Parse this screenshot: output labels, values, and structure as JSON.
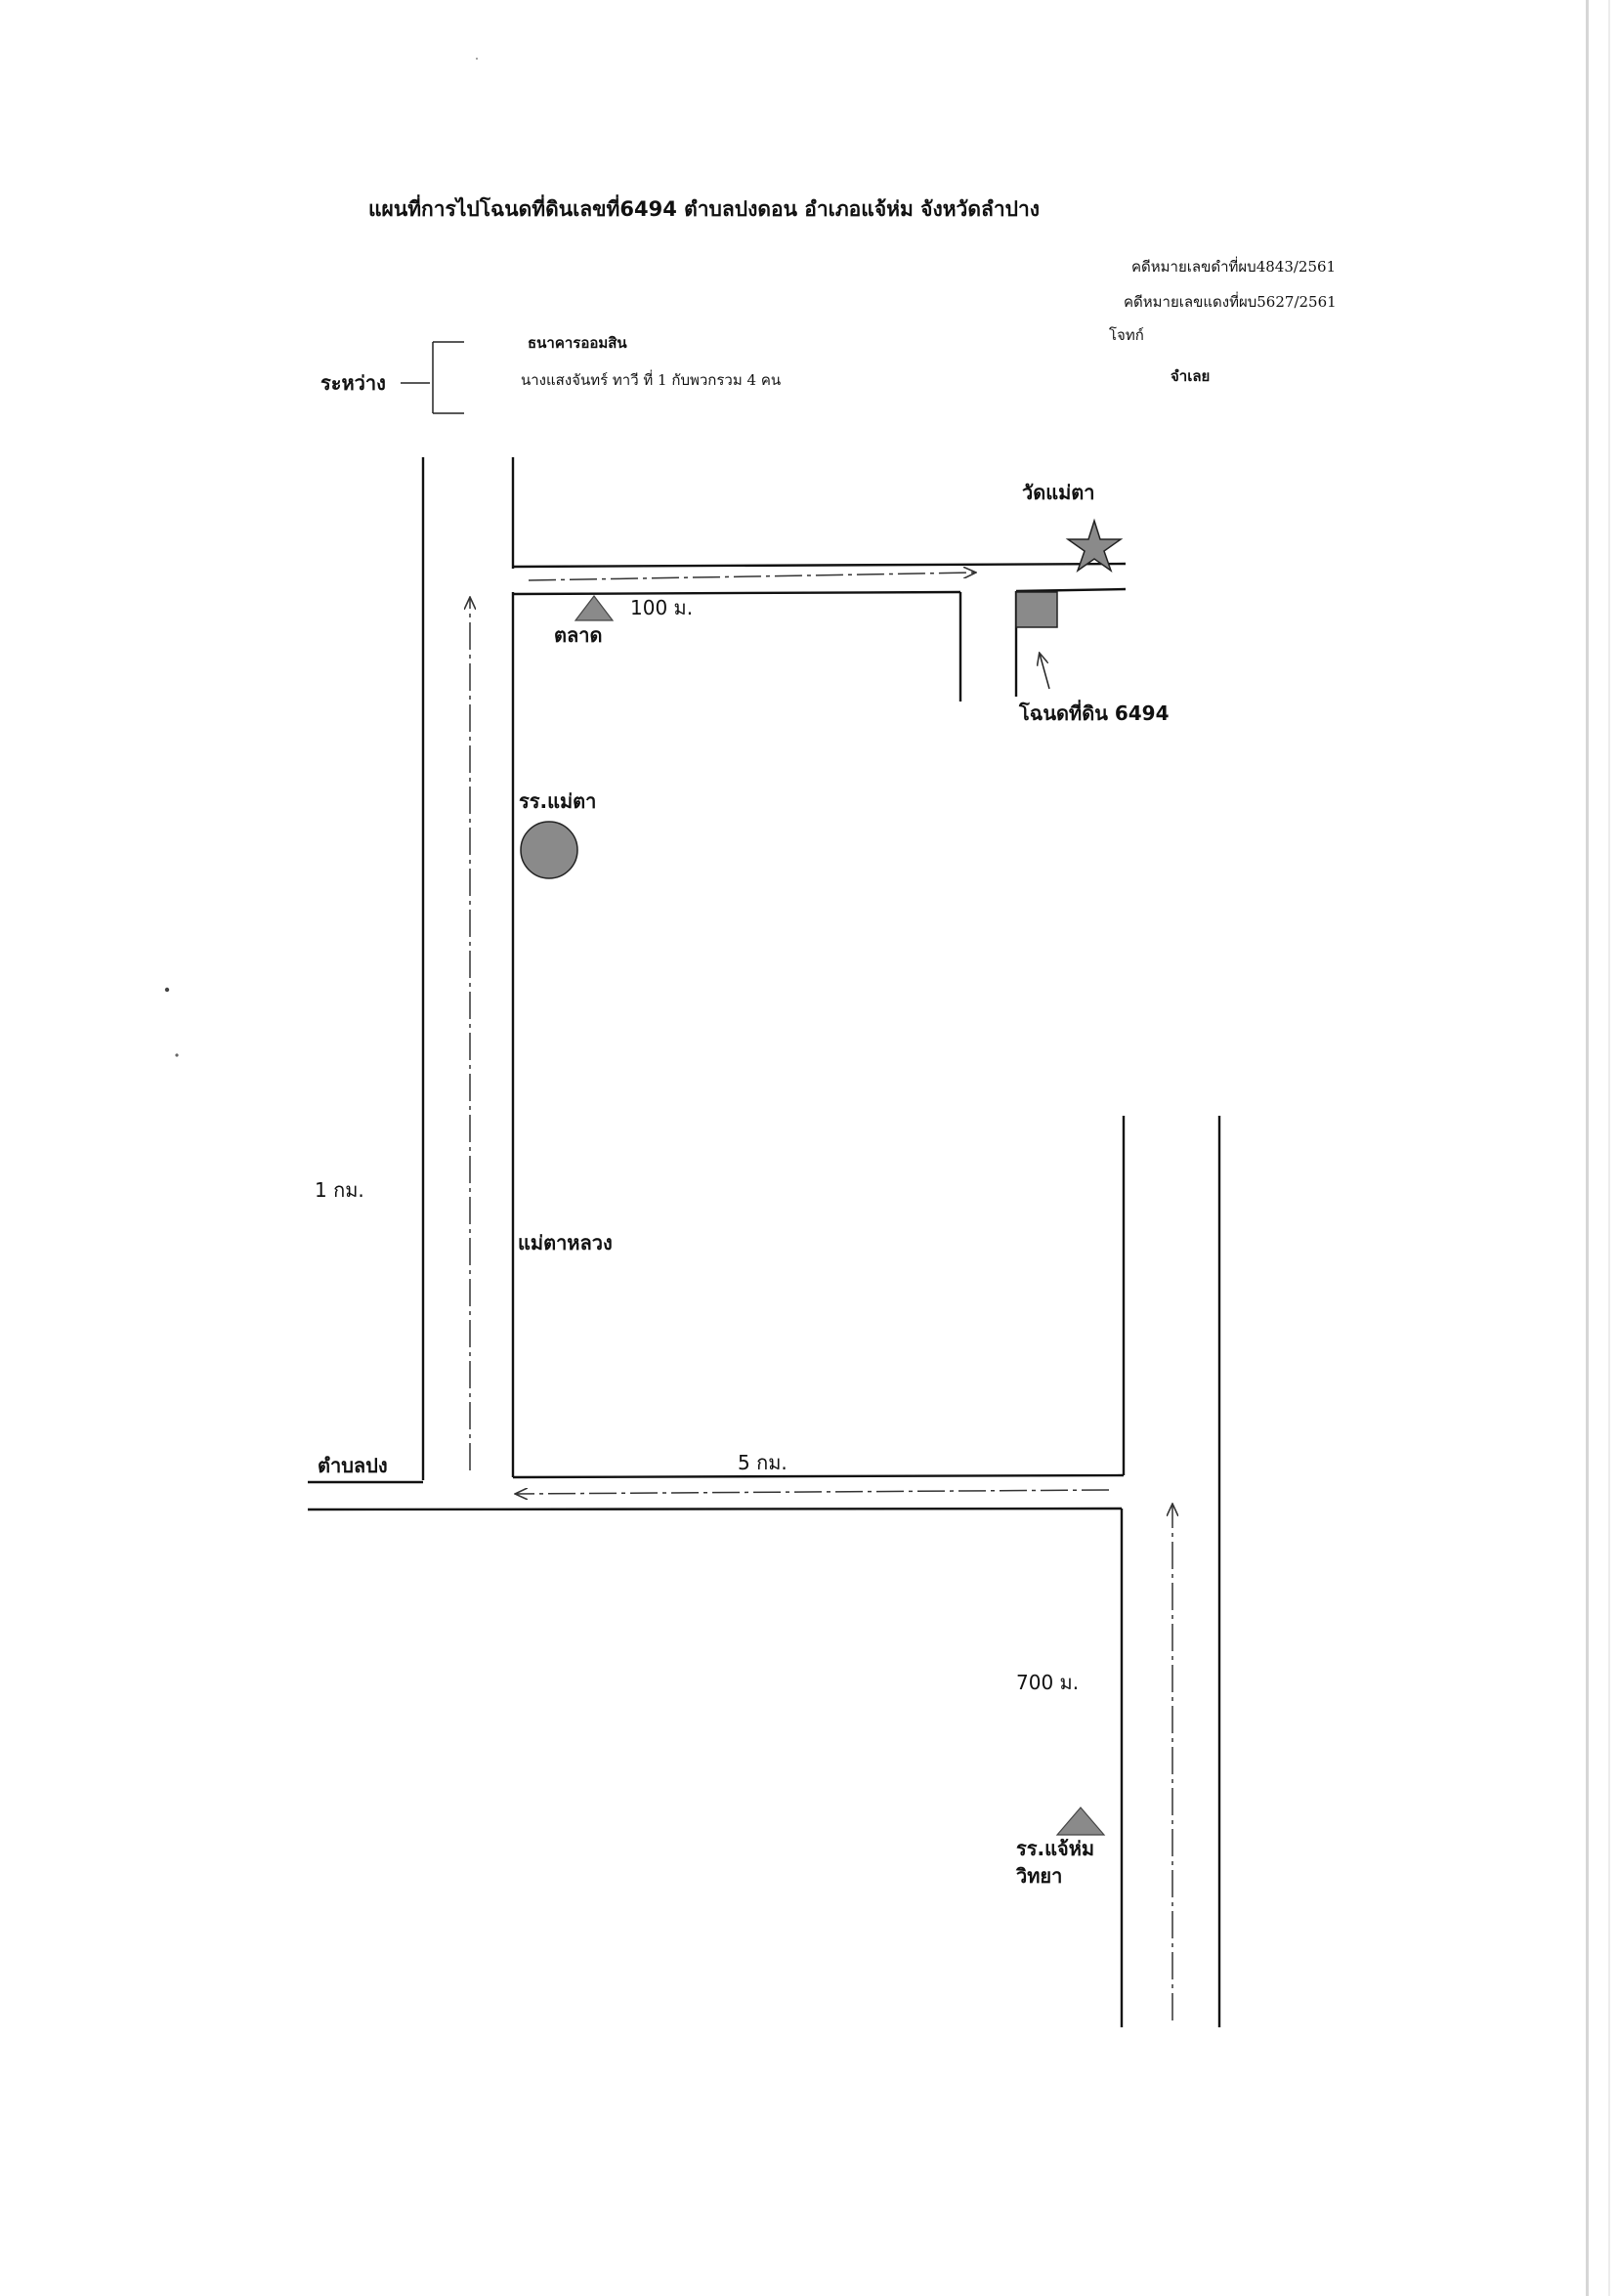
{
  "title": "แผนที่การไปโฉนดที่ดินเลขที่6494  ตำบลปงดอน  อำเภอแจ้ห่ม จังหวัดลำปาง",
  "case_refs": {
    "black_case": "คดีหมายเลขดำที่ผบ4843/2561",
    "red_case": "คดีหมายเลขแดงที่ผบ5627/2561"
  },
  "parties": {
    "between_label": "ระหว่าง",
    "plaintiff_name": "ธนาคารออมสิน",
    "plaintiff_role": "โจทก์",
    "defendant_name": "นางแสงจันทร์  ทาวี  ที่ 1 กับพวกรวม 4 คน",
    "defendant_role": "จำเลย"
  },
  "landmarks": {
    "temple": "วัดแม่ตา",
    "market": "ตลาด",
    "school_maeta": "รร.แม่ตา",
    "land_plot": "โฉนดที่ดิน 6494",
    "school_chaehom_line1": "รร.แจ้ห่ม",
    "school_chaehom_line2": "วิทยา"
  },
  "roads": {
    "mae_ta_luang": "แม่ตาหลวง",
    "tambon_pong": "ตำบลปง"
  },
  "distances": {
    "d_100m": "100  ม.",
    "d_1km": "1  กม.",
    "d_5km": "5 กม.",
    "d_700m": "700 ม."
  },
  "colors": {
    "ink": "#111111",
    "symbol_fill": "#8a8a8a",
    "route_line": "#333333"
  },
  "icons": [
    "star-icon",
    "triangle-icon",
    "circle-icon",
    "square-icon",
    "arrow-icon"
  ]
}
